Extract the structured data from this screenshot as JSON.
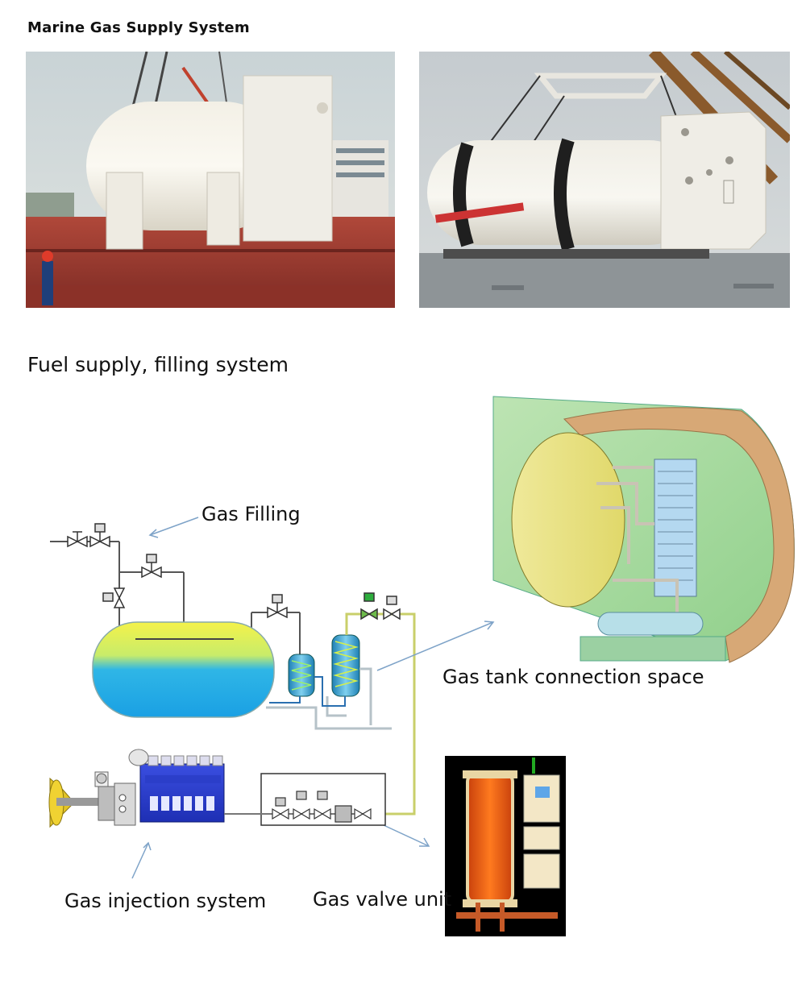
{
  "title": "Marine Gas Supply System",
  "subtitle": "Fuel supply, filling system",
  "labels": {
    "gas_filling": "Gas Filling",
    "gas_tank_connection_space": "Gas tank connection space",
    "gas_injection_system": "Gas injection system",
    "gas_valve_unit": "Gas valve unit"
  }
}
